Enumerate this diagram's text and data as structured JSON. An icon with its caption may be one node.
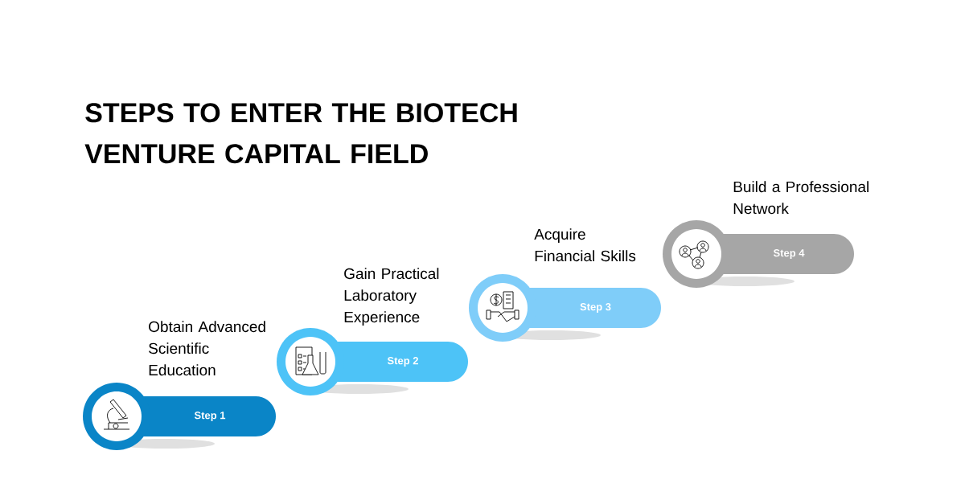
{
  "diagram": {
    "title": "STEPS TO ENTER THE BIOTECH VENTURE CAPITAL FIELD",
    "nodes": [
      {
        "text": [
          "Step 1"
        ],
        "beside": [
          "Obtain Advanced Scientific Education"
        ]
      },
      {
        "text": [
          "Step 2"
        ],
        "beside": [
          "Gain Practical Laboratory Experience"
        ]
      },
      {
        "text": [
          "Step 3"
        ],
        "beside": [
          "Acquire Financial Skills"
        ]
      },
      {
        "text": [
          "Step 4"
        ],
        "beside": [
          "Build a Professional Network"
        ]
      }
    ]
  }
}
